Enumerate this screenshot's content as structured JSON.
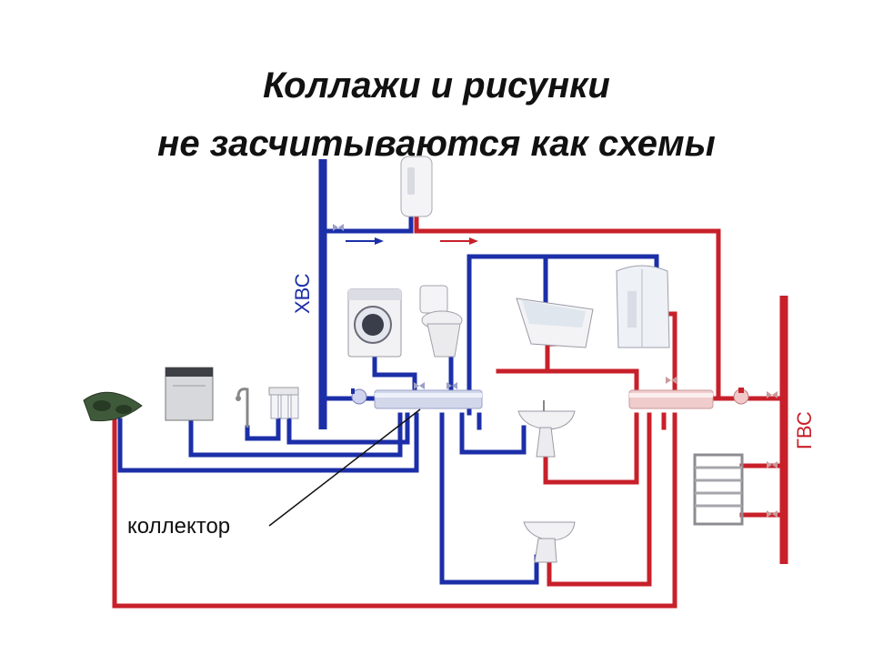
{
  "title": {
    "line1": "Коллажи и рисунки",
    "line2": "не засчитываются как схемы"
  },
  "labels": {
    "cold": "ХВС",
    "hot": "ГВС",
    "collector": "коллектор"
  },
  "colors": {
    "cold_pipe": "#1c2fa8",
    "hot_pipe": "#c8202a",
    "background": "#ffffff"
  },
  "icons": [
    "water-heater-icon",
    "washing-machine-icon",
    "toilet-icon",
    "bathtub-icon",
    "shower-cabin-icon",
    "dishwasher-icon",
    "kitchen-sink-icon",
    "water-filter-icon",
    "faucet-icon",
    "wash-basin-icon",
    "bidet-icon",
    "towel-rail-icon"
  ]
}
